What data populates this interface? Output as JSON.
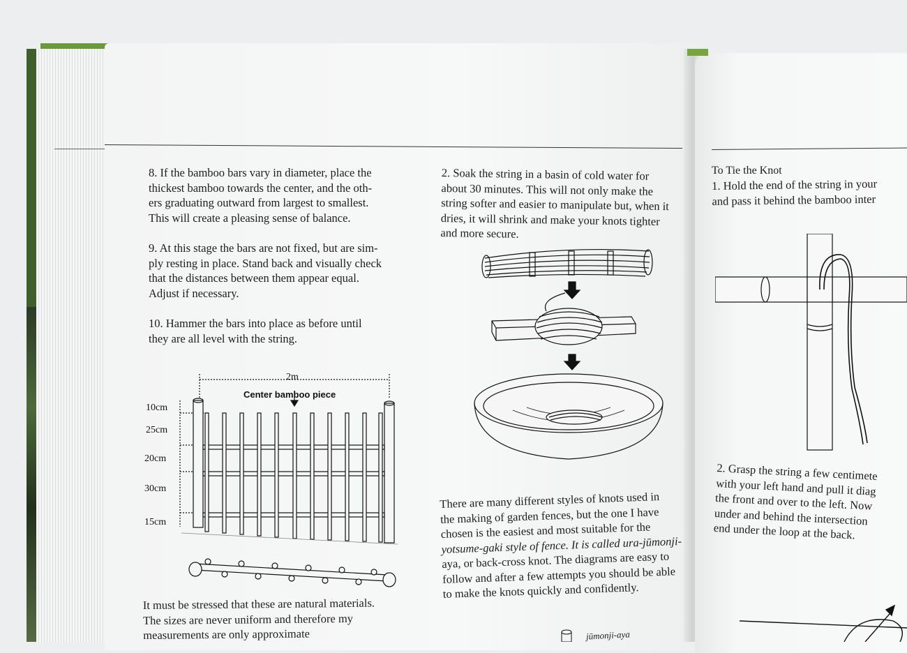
{
  "left_column": {
    "p8": [
      "8. If the bamboo bars vary in diameter, place the",
      "thickest bamboo towards the center, and the oth-",
      "ers graduating outward from largest to smallest.",
      "This will create a pleasing sense of balance."
    ],
    "p9": [
      "9. At this stage the bars are not fixed, but are sim-",
      "ply resting in place. Stand back and visually check",
      "that the distances between them appear equal.",
      "Adjust if necessary."
    ],
    "p10": [
      "10. Hammer the bars into place as before until",
      "they are all level with the string."
    ],
    "bottom": [
      "It must be stressed that these are natural materials.",
      "The sizes are never uniform and therefore my",
      "measurements are only approximate"
    ]
  },
  "fence_diagram": {
    "width_label": "2m",
    "center_label": "Center bamboo piece",
    "height_labels": [
      "10cm",
      "25cm",
      "20cm",
      "30cm",
      "15cm"
    ]
  },
  "middle_column": {
    "p2": [
      "2. Soak the string in a basin of cold water for",
      "about 30 minutes. This will not only make the",
      "string softer and easier to manipulate but, when it",
      "dries, it will shrink and make your knots tighter",
      "and more secure."
    ],
    "knots": [
      "There are many different styles of knots used in",
      "the making of garden fences, but the one I have",
      "chosen is the easiest and most suitable for the",
      "yotsume-gaki style of fence. It is called ura-jūmonji-",
      "aya, or back-cross knot. The diagrams are easy to",
      "follow and after a few attempts you should be able",
      "to make the knots quickly and confidently."
    ],
    "caption_partial": "jūmonji-aya"
  },
  "right_column": {
    "heading": "To Tie the Knot",
    "step1": [
      "1. Hold the end of the string in your",
      "and pass it behind the bamboo inter"
    ],
    "step2": [
      "2. Grasp the string a few centimete",
      "with your left hand and pull it diag",
      "the front and over to the left. Now",
      "under and behind the intersection",
      "end under the loop at the back."
    ]
  }
}
